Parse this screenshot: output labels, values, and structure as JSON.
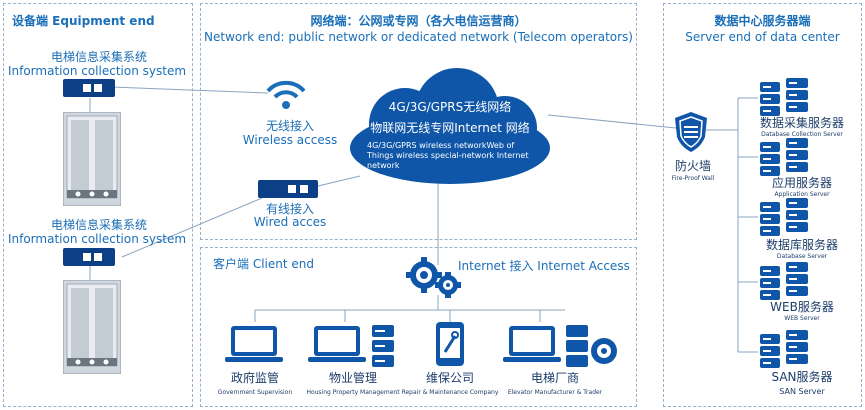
{
  "equipment": {
    "title": "设备端 Equipment end",
    "collector_cn": "电梯信息采集系统",
    "collector_en": "Information collection system"
  },
  "network": {
    "title_cn": "网络端：公网或专网（各大电信运营商）",
    "title_en": "Network end: public network or dedicated network (Telecom operators)",
    "wireless_cn": "无线接入",
    "wireless_en": "Wireless access",
    "wired_cn": "有线接入",
    "wired_en": "Wired acces",
    "cloud_line1": "4G/3G/GPRS无线网络",
    "cloud_line2": "物联网无线专网Internet 网络",
    "cloud_en": "4G/3G/GPRS wireless networkWeb of Things wireless special-network Internet network"
  },
  "client": {
    "title": "客户端 Client end",
    "internet": "Internet 接入 Internet Access",
    "items": [
      {
        "cn": "政府监管",
        "en": "Government Supervision"
      },
      {
        "cn": "物业管理",
        "en": "Housing Property Management"
      },
      {
        "cn": "维保公司",
        "en": "Repair & Maintenance Company"
      },
      {
        "cn": "电梯厂商",
        "en": "Elevator Manufacturer & Trader"
      }
    ]
  },
  "server": {
    "title_cn": "数据中心服务器端",
    "title_en": "Server end of data center",
    "firewall_cn": "防火墙",
    "firewall_en": "Fire-Proof Wall",
    "servers": [
      {
        "cn": "数据采集服务器",
        "en": "Database Collection Server"
      },
      {
        "cn": "应用服务器",
        "en": "Application Server"
      },
      {
        "cn": "数据库服务器",
        "en": "Database Server"
      },
      {
        "cn": "WEB服务器",
        "en": "WEB Server"
      },
      {
        "cn": "SAN服务器",
        "en": "SAN Server"
      }
    ]
  },
  "colors": {
    "accent": "#1a6fb8",
    "dark": "#0d3f86",
    "panel_border": "#9ab0c8"
  }
}
